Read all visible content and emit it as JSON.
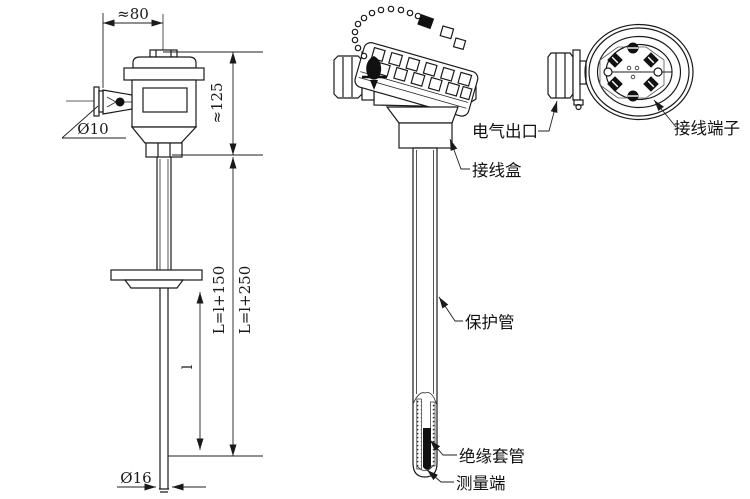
{
  "left_drawing": {
    "dim_head_width": "≈80",
    "dim_head_height": "≈125",
    "dim_entry_diameter": "Ø10",
    "dim_insertion_length": "l",
    "dim_total_length_a": "L=l+150",
    "dim_total_length_b": "L=l+250",
    "dim_probe_diameter": "Ø16"
  },
  "right_drawing": {
    "label_electrical_outlet": "电气出口",
    "label_junction_box": "接线盒",
    "label_terminal": "接线端子",
    "label_protection_tube": "保护管",
    "label_insulation_sleeve": "绝缘套管",
    "label_measuring_end": "测量端"
  },
  "colors": {
    "line": "#1a1a1a",
    "dark_fill": "#111111",
    "background": "#ffffff"
  }
}
